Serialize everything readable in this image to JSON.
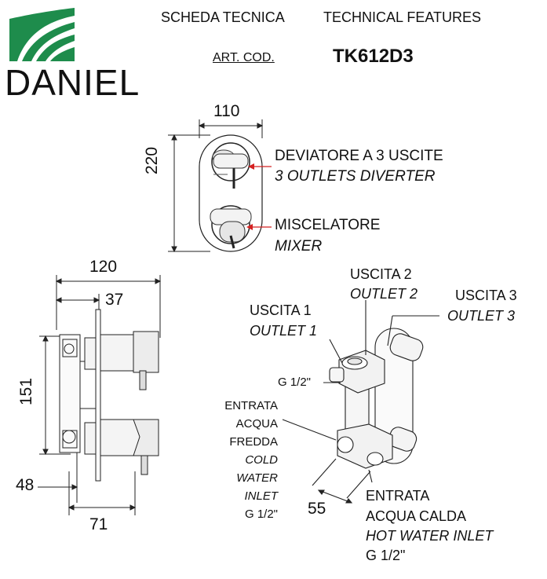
{
  "header": {
    "brand": "DANIEL",
    "title_it": "SCHEDA TECNICA",
    "title_en": "TECHNICAL FEATURES",
    "art_label": "ART. COD.",
    "art_code": "TK612D3"
  },
  "colors": {
    "logo_green": "#1e8c4c",
    "arrow_red": "#d42020",
    "line": "#222222"
  },
  "front_view": {
    "width_dim": "110",
    "height_dim": "220",
    "diverter_it": "DEVIATORE A 3 USCITE",
    "diverter_en": "3 OUTLETS DIVERTER",
    "mixer_it": "MISCELATORE",
    "mixer_en": "MIXER"
  },
  "side_view": {
    "dim_total": "120",
    "dim_37": "37",
    "dim_151": "151",
    "dim_48": "48",
    "dim_71": "71"
  },
  "body_view": {
    "outlet2_it": "USCITA 2",
    "outlet2_en": "OUTLET 2",
    "outlet1_it": "USCITA 1",
    "outlet1_en": "OUTLET 1",
    "outlet3_it": "USCITA 3",
    "outlet3_en": "OUTLET 3",
    "thread_top": "G 1/2\"",
    "cold_1": "ENTRATA",
    "cold_2": "ACQUA",
    "cold_3": "FREDDA",
    "cold_4": "COLD",
    "cold_5": "WATER",
    "cold_6": "INLET",
    "cold_thread": "G 1/2\"",
    "dim_55": "55",
    "hot_1": "ENTRATA",
    "hot_2": "ACQUA CALDA",
    "hot_3": "HOT WATER INLET",
    "hot_thread": "G 1/2\""
  }
}
